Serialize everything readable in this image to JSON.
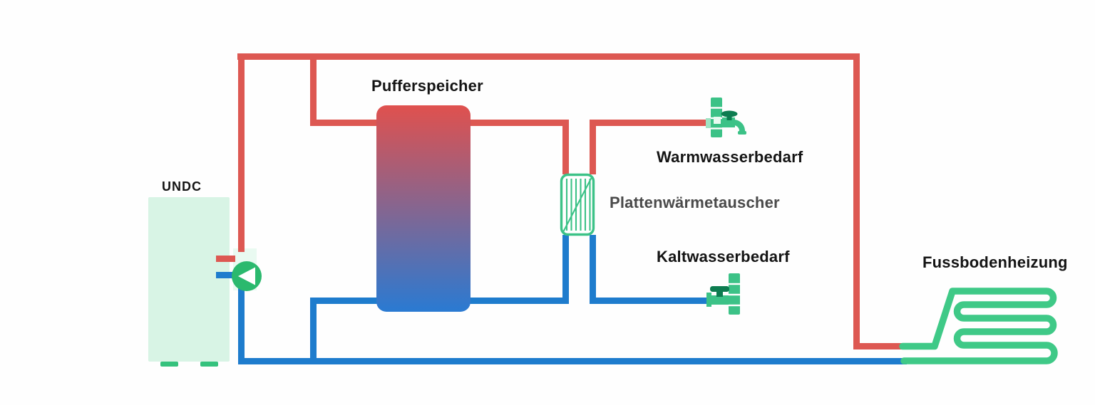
{
  "diagram": {
    "title_context": "heating-system-schematic",
    "labels": {
      "heat_pump": "UNDC",
      "buffer_tank": "Pufferspeicher",
      "hot_water_demand": "Warmwasserbedarf",
      "plate_heat_exchanger": "Plattenwärmetauscher",
      "cold_water_demand": "Kaltwasserbedarf",
      "underfloor_heating": "Fussbodenheizung"
    },
    "components": [
      {
        "icon": "heat-pump-unit-icon",
        "label": "UNDC"
      },
      {
        "icon": "circulation-pump-icon",
        "label": ""
      },
      {
        "icon": "buffer-tank-icon",
        "label": "Pufferspeicher"
      },
      {
        "icon": "plate-heat-exchanger-icon",
        "label": "Plattenwärmetauscher"
      },
      {
        "icon": "hot-water-tap-icon",
        "label": "Warmwasserbedarf"
      },
      {
        "icon": "cold-water-valve-icon",
        "label": "Kaltwasserbedarf"
      },
      {
        "icon": "floor-heating-coil-icon",
        "label": "Fussbodenheizung"
      }
    ],
    "pipes": {
      "hot_color": "#dd5852",
      "cold_color": "#1e7ccd",
      "coil_color": "#3fc987"
    }
  },
  "colors": {
    "pipe_hot": "#dd5852",
    "pipe_cold": "#1e7ccd",
    "accent_green": "#3cc287",
    "accent_green_dark": "#0d7c50",
    "pump_green": "#2bb96e",
    "coil_green": "#3fc987",
    "unit_fill": "#d8f4e5",
    "unit_fill_light": "#e9faf1",
    "unit_foot": "#35c27d",
    "tank_top": "#e0514e",
    "tank_bottom": "#2a7ad2",
    "label_color": "#141414",
    "hx_label_color": "#4a4a4a",
    "background": "#fefefe"
  }
}
